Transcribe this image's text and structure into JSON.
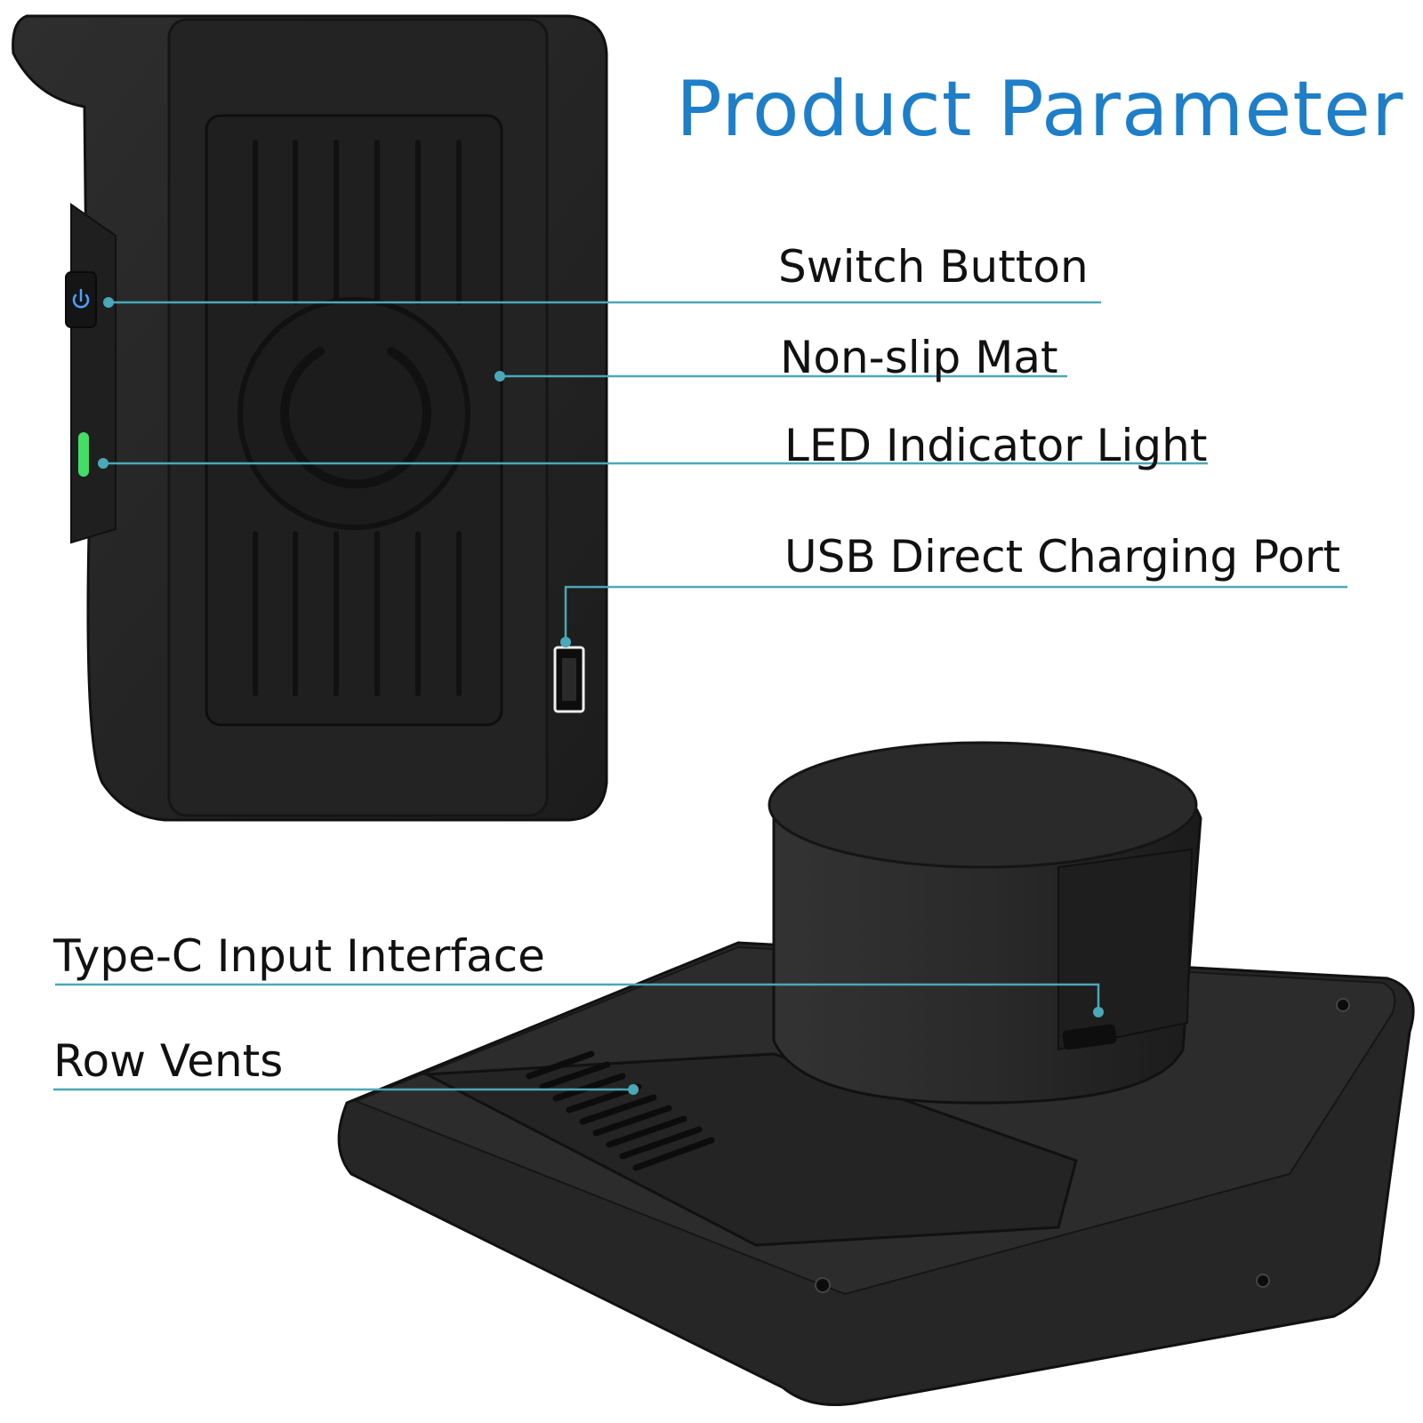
{
  "header": {
    "title": "Product Parameter"
  },
  "callouts": {
    "switch_button": "Switch Button",
    "non_slip_mat": "Non-slip Mat",
    "led_indicator": "LED Indicator Light",
    "usb_port": "USB Direct Charging Port",
    "type_c": "Type-C Input Interface",
    "row_vents": "Row Vents"
  },
  "colors": {
    "title": "#1e7ec8",
    "leader_line": "#4aa8b8",
    "product_body": "#262626",
    "led_green": "#44dd66",
    "power_icon": "#4aa3ff"
  },
  "icons": {
    "switch": "power-icon",
    "led": "led-bar-icon",
    "usb": "usb-port-icon"
  }
}
